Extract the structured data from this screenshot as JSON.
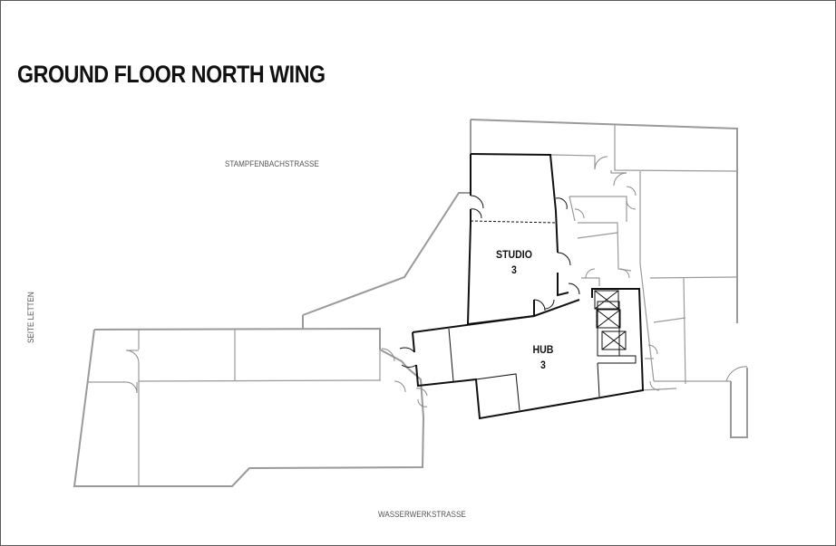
{
  "map": {
    "title": "GROUND FLOOR NORTH WING",
    "streets": {
      "top": "STAMPFENBACHSTRASSE",
      "left": "SEITE LETTEN",
      "bottom": "WASSERWERKSTRASSE"
    },
    "rooms": [
      {
        "name": "STUDIO",
        "number": "3"
      },
      {
        "name": "HUB",
        "number": "3"
      }
    ],
    "colors": {
      "highlighted_outline": "#111111",
      "other_outline": "#9a9a9a",
      "border": "#5a5a5a"
    }
  }
}
